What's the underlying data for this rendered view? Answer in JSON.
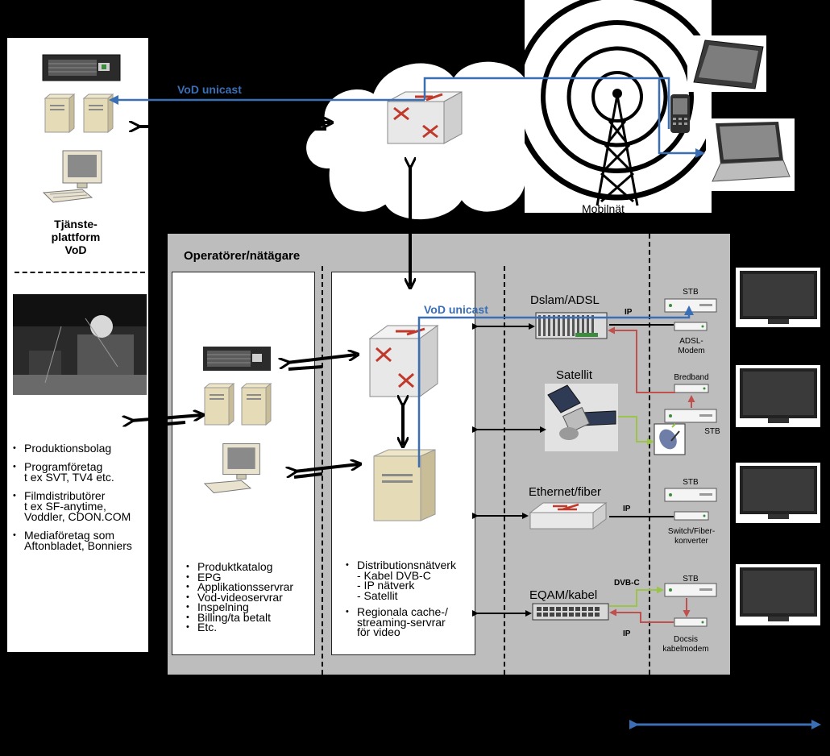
{
  "left_panel": {
    "service_platform_label_lines": [
      "Tjänste-",
      "plattform",
      "VoD"
    ],
    "producers": [
      {
        "lines": [
          "Produktionsbolag"
        ]
      },
      {
        "lines": [
          "Programföretag",
          "t ex SVT, TV4 etc."
        ]
      },
      {
        "lines": [
          "Filmdistributörer",
          "t ex SF-anytime,",
          "Voddler, CDON.COM"
        ]
      },
      {
        "lines": [
          "Mediaföretag som",
          "Aftonbladet, Bonniers"
        ]
      }
    ]
  },
  "top": {
    "vod_unicast_label": "VoD unicast",
    "mobile_label": "Mobilnät"
  },
  "operators": {
    "title": "Operatörer/nätägare",
    "platform_items": [
      "Produktkatalog",
      "EPG",
      "Applikationsservrar",
      "Vod-videoservrar",
      "Inspelning",
      "Billing/ta betalt",
      "Etc."
    ],
    "distribution_items": [
      {
        "lines": [
          "Distributionsnätverk",
          "- Kabel DVB-C",
          "- IP nätverk",
          "- Satellit"
        ]
      },
      {
        "lines": [
          "Regionala cache-/",
          "streaming-servrar",
          "för video"
        ]
      }
    ],
    "vod_unicast_label": "VoD unicast"
  },
  "access": {
    "dslam": {
      "title": "Dslam/ADSL",
      "ip": "IP",
      "stb": "STB",
      "modem_lines": [
        "ADSL-",
        "Modem"
      ]
    },
    "satellite": {
      "title": "Satellit",
      "broadband": "Bredband",
      "stb": "STB"
    },
    "ethernet": {
      "title": "Ethernet/fiber",
      "ip": "IP",
      "stb": "STB",
      "converter_lines": [
        "Switch/Fiber-",
        "konverter"
      ]
    },
    "eqam": {
      "title": "EQAM/kabel",
      "dvbc": "DVB-C",
      "ip": "IP",
      "stb": "STB",
      "modem_lines": [
        "Docsis",
        "kabelmodem"
      ]
    }
  },
  "colors": {
    "vod_blue": "#3a6fb5",
    "panel_gray": "#bdbdbd",
    "green": "#9cc44a",
    "red": "#c0504d"
  }
}
